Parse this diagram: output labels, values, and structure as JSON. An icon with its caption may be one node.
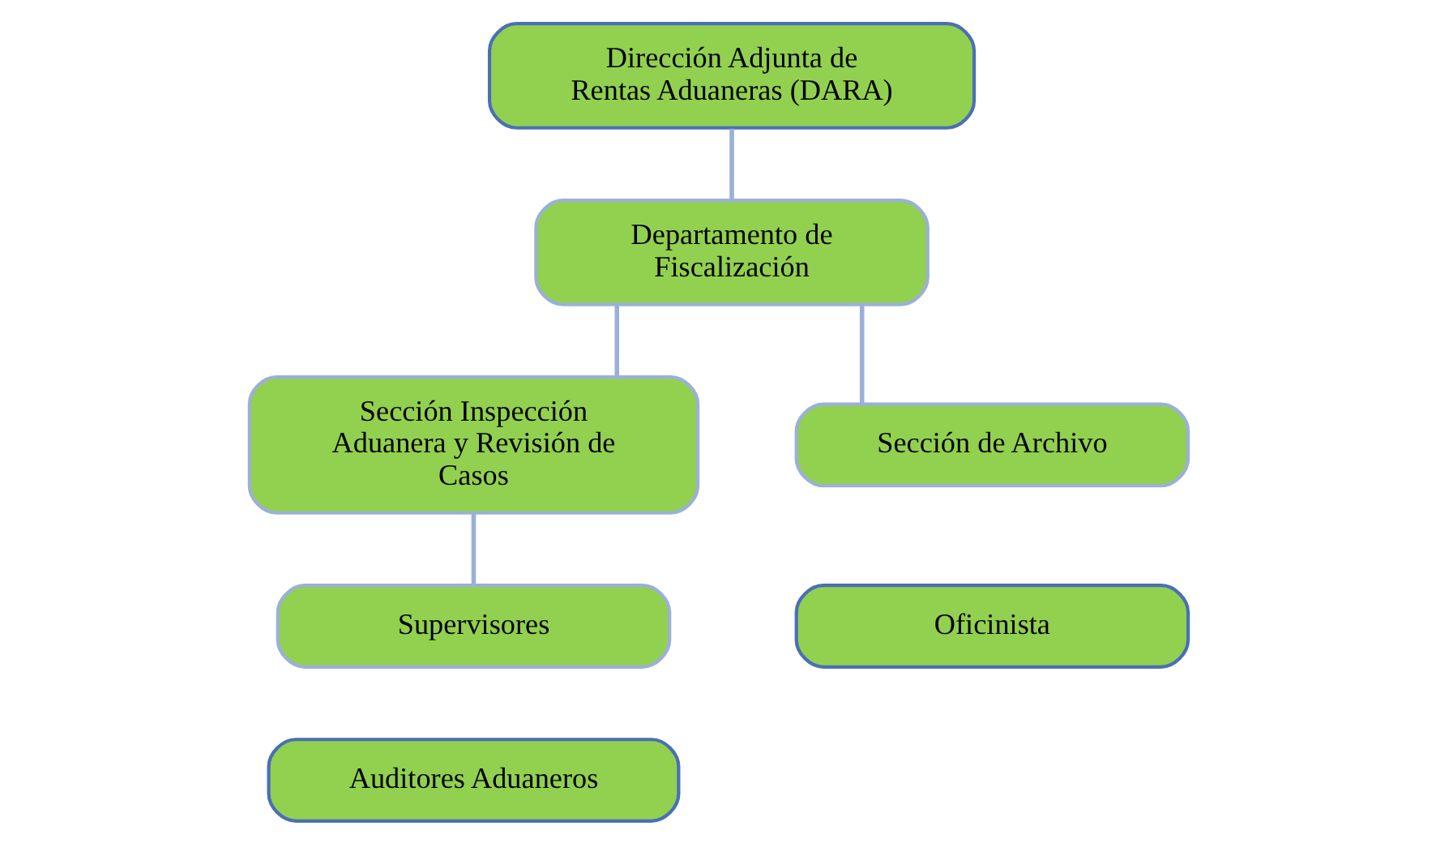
{
  "diagram": {
    "nodes": [
      {
        "text": [
          "Dirección Adjunta de Rentas Aduaneras (DARA)"
        ]
      },
      {
        "text": [
          "Departamento de Fiscalización"
        ]
      },
      {
        "text": [
          "Sección Inspección Aduanera y Revisión de Casos"
        ]
      },
      {
        "text": [
          "Sección de Archivo"
        ]
      },
      {
        "text": [
          "Supervisores"
        ]
      },
      {
        "text": [
          "Auditores Aduaneros"
        ]
      },
      {
        "text": [
          "Oficinista"
        ]
      }
    ],
    "edges": [
      {
        "from": 0,
        "to": 1,
        "arrow": "none"
      },
      {
        "from": 1,
        "to": 2,
        "arrow": "none"
      },
      {
        "from": 1,
        "to": 3,
        "arrow": "none"
      },
      {
        "from": 2,
        "to": 4,
        "arrow": "none"
      }
    ]
  }
}
